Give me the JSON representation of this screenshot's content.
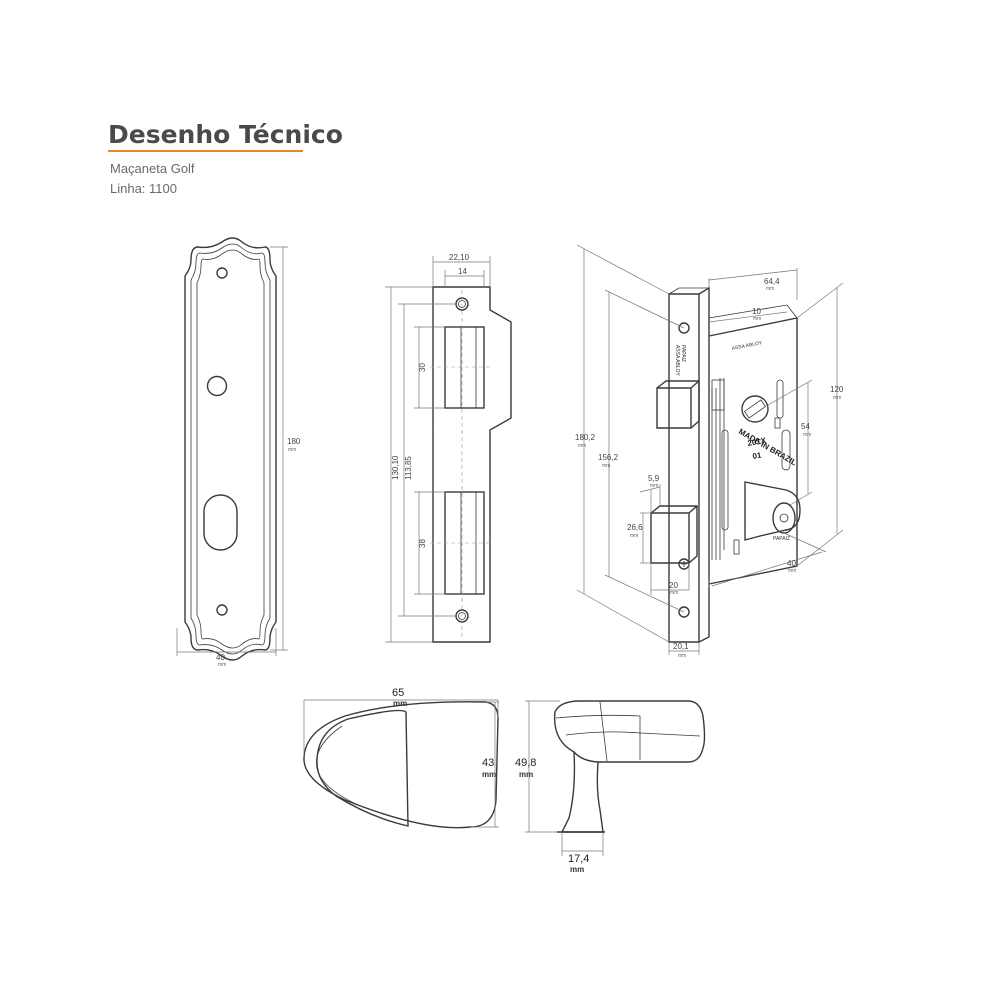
{
  "header": {
    "title": "Desenho Técnico",
    "product": "Maçaneta Golf",
    "line": "Linha: 1100",
    "accent_color": "#e08a2a"
  },
  "unit_label": "mm",
  "escutcheon": {
    "height": "180",
    "width": "40"
  },
  "strike_plate": {
    "width_outer": "22,10",
    "width_inner": "14",
    "height_total": "130,10",
    "height_openings": "113,85",
    "upper_opening": "30",
    "lower_opening": "38"
  },
  "mortise_lock": {
    "depth": "64,4",
    "face_to_body": "10",
    "face_height": "180,2",
    "screw_spacing": "156,2",
    "body_height": "120",
    "cylinder_offset": "54",
    "backset": "40",
    "bolt_width": "5,9",
    "bolt_height": "26,6",
    "bolt_to_edge": "20",
    "faceplate_width": "20,1",
    "markings": {
      "brand_top": "ASSA ABLOY",
      "brand_face": "ASSA ABLOY",
      "brand_face_2": "PAPAIZ",
      "made_in": "MADE IN BRAZIL",
      "model": "201X",
      "code": "01",
      "cylinder_brand": "PAPAIZ"
    }
  },
  "knob": {
    "length": "65",
    "width": "43",
    "height": "49,8",
    "neck": "17,4"
  }
}
